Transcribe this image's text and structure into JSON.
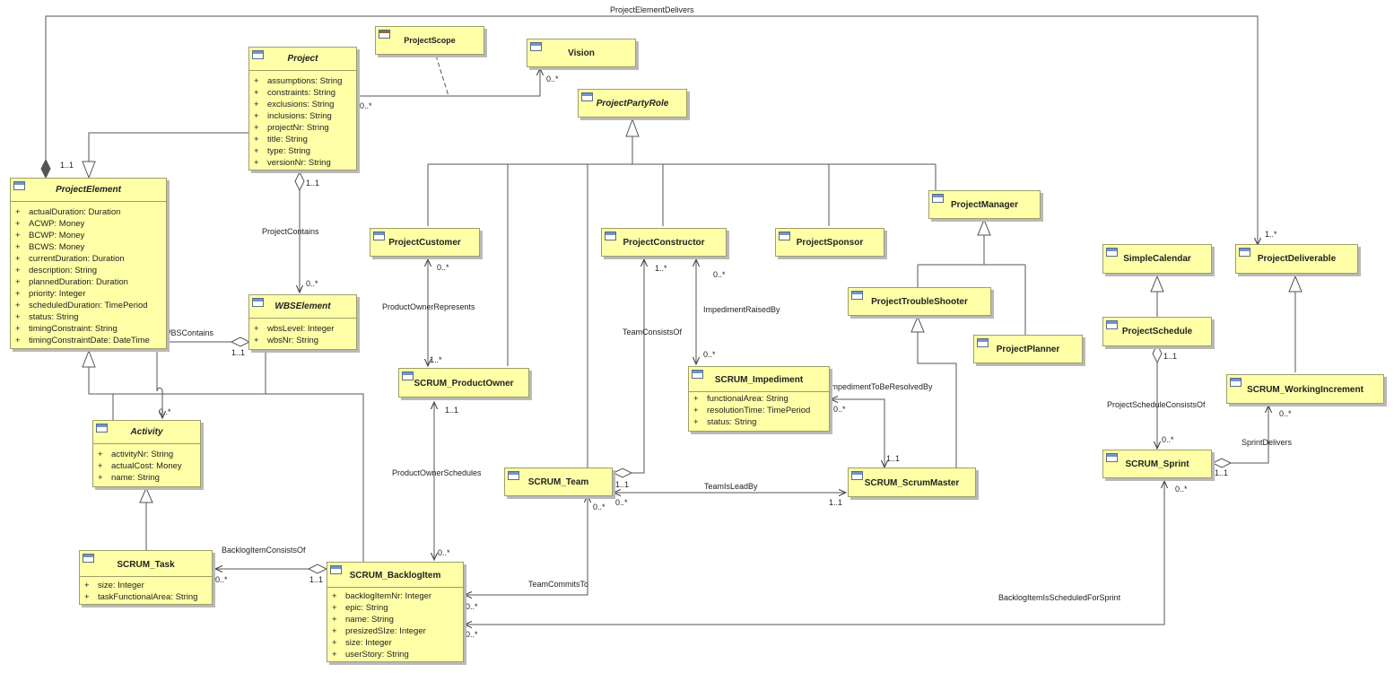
{
  "classes": {
    "project": {
      "name": "Project",
      "attrs": [
        "assumptions: String",
        "constraints: String",
        "exclusions: String",
        "inclusions: String",
        "projectNr: String",
        "title: String",
        "type: String",
        "versionNr: String"
      ]
    },
    "project_scope": {
      "name": "ProjectScope"
    },
    "vision": {
      "name": "Vision"
    },
    "project_party_role": {
      "name": "ProjectPartyRole"
    },
    "project_element": {
      "name": "ProjectElement",
      "attrs": [
        "actualDuration: Duration",
        "ACWP: Money",
        "BCWP: Money",
        "BCWS: Money",
        "currentDuration: Duration",
        "description: String",
        "plannedDuration: Duration",
        "priority: Integer",
        "scheduledDuration: TimePeriod",
        "status: String",
        "timingConstraint: String",
        "timingConstraintDate: DateTime"
      ]
    },
    "wbs_element": {
      "name": "WBSElement",
      "attrs": [
        "wbsLevel: Integer",
        "wbsNr: String"
      ]
    },
    "activity": {
      "name": "Activity",
      "attrs": [
        "activityNr: String",
        "actualCost: Money",
        "name: String"
      ]
    },
    "scrum_task": {
      "name": "SCRUM_Task",
      "attrs": [
        "size: Integer",
        "taskFunctionalArea: String"
      ]
    },
    "scrum_backlog_item": {
      "name": "SCRUM_BacklogItem",
      "attrs": [
        "backlogItemNr: Integer",
        "epic: String",
        "name: String",
        "presizedSIze: Integer",
        "size: Integer",
        "userStory: String"
      ]
    },
    "project_customer": {
      "name": "ProjectCustomer"
    },
    "scrum_product_owner": {
      "name": "SCRUM_ProductOwner"
    },
    "project_constructor": {
      "name": "ProjectConstructor"
    },
    "scrum_team": {
      "name": "SCRUM_Team"
    },
    "scrum_impediment": {
      "name": "SCRUM_Impediment",
      "attrs": [
        "functionalArea: String",
        "resolutionTime: TimePeriod",
        "status: String"
      ]
    },
    "project_sponsor": {
      "name": "ProjectSponsor"
    },
    "project_manager": {
      "name": "ProjectManager"
    },
    "project_trouble_shooter": {
      "name": "ProjectTroubleShooter"
    },
    "project_planner": {
      "name": "ProjectPlanner"
    },
    "scrum_scrum_master": {
      "name": "SCRUM_ScrumMaster"
    },
    "simple_calendar": {
      "name": "SimpleCalendar"
    },
    "project_schedule": {
      "name": "ProjectSchedule"
    },
    "scrum_sprint": {
      "name": "SCRUM_Sprint"
    },
    "project_deliverable": {
      "name": "ProjectDeliverable"
    },
    "scrum_working_increment": {
      "name": "SCRUM_WorkingIncrement"
    }
  },
  "associations": {
    "project_element_delivers": "ProjectElementDelivers",
    "project_contains": "ProjectContains",
    "wbs_contains": "WBSContains",
    "backlog_item_consists_of": "BacklogItemConsistsOf",
    "product_owner_represents": "ProductOwnerRepresents",
    "product_owner_schedules": "ProductOwnerSchedules",
    "team_consists_of": "TeamConsistsOf",
    "impediment_raised_by": "ImpedimentRaisedBy",
    "impediment_to_be_resolved_by": "ImpedimentToBeResolvedBy",
    "team_is_lead_by": "TeamIsLeadBy",
    "team_commits_to": "TeamCommitsTo",
    "project_schedule_consists_of": "ProjectScheduleConsistsOf",
    "sprint_delivers": "SprintDelivers",
    "backlog_item_is_scheduled_for_sprint": "BacklogItemIsScheduledForSprint"
  },
  "multiplicities": {
    "one_one": "1..1",
    "zero_many": "0..*",
    "one_many": "1..*"
  }
}
